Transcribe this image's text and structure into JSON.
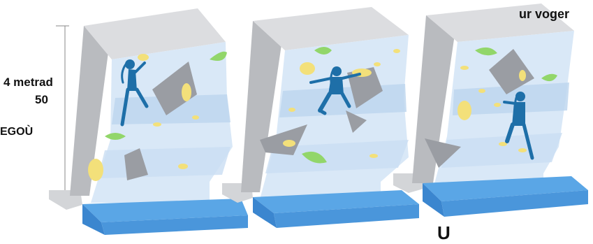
{
  "labels": {
    "height_label": "4 metrad",
    "height_value": "50",
    "side_label": "EGOÙ",
    "top_right": "ur voger",
    "bottom": "U"
  },
  "colors": {
    "wall_light": "#d9e8f7",
    "wall_band": "#bcd4ee",
    "side_gray": "#b9bbbf",
    "top_gray": "#dcdde0",
    "mat_top": "#5aa6e6",
    "mat_side": "#3b86cf",
    "climber": "#1e6fa8",
    "hold_yellow": "#f3e07a",
    "hold_green": "#92d66a",
    "volume_gray": "#9a9da3"
  },
  "illustration": {
    "panels": [
      "wall-1",
      "wall-2",
      "wall-3"
    ],
    "figures": [
      "climber-1",
      "climber-2",
      "climber-3"
    ]
  }
}
